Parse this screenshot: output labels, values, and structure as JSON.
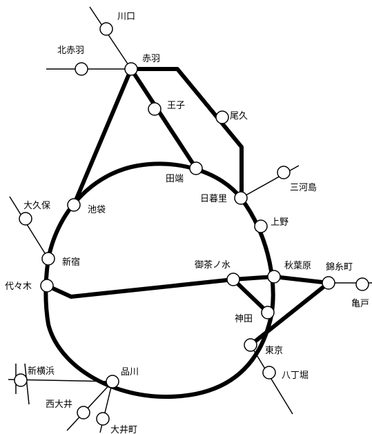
{
  "stations": {
    "kawaguchi": "川口",
    "kitaakabane": "北赤羽",
    "akabane": "赤羽",
    "oji": "王子",
    "oku": "尾久",
    "tabata": "田端",
    "mikawashima": "三河島",
    "nippori": "日暮里",
    "ookubo": "大久保",
    "ikebukuro": "池袋",
    "ueno": "上野",
    "shinjuku": "新宿",
    "ochanomizu": "御茶ノ水",
    "akihabara": "秋葉原",
    "kinshicho": "錦糸町",
    "yoyogi": "代々木",
    "kameido": "亀戸",
    "kanda": "神田",
    "tokyo": "東京",
    "hatchobori": "八丁堀",
    "shinyokohama": "新横浜",
    "shinagawa": "品川",
    "nishioi": "西大井",
    "oimachi": "大井町"
  },
  "colors": {
    "line": "#000000",
    "station_fill": "#ffffff",
    "background": "#ffffff"
  }
}
